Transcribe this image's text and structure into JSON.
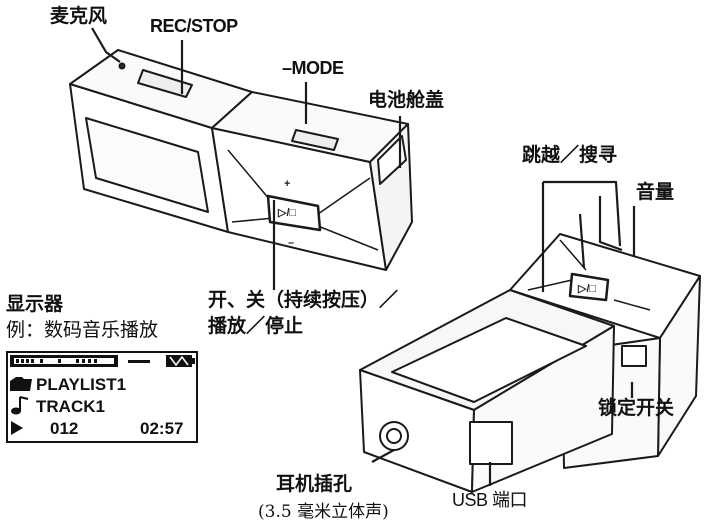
{
  "labels": {
    "microphone": "麦克风",
    "rec_stop": "REC/STOP",
    "mode": "–MODE",
    "battery_cover": "电池舱盖",
    "skip_search": "跳越／搜寻",
    "volume": "音量",
    "display_title": "显示器",
    "display_example": "例：数码音乐播放",
    "power_line1": "开、关（持续按压）／",
    "power_line2": "播放／停止",
    "lock_switch": "锁定开关",
    "headphone_jack": "耳机插孔",
    "headphone_note": "(3.5 毫米立体声)",
    "usb_port": "USB 端口"
  },
  "display": {
    "playlist": "PLAYLIST1",
    "track": "TRACK1",
    "track_number": "012",
    "time": "02:57"
  },
  "device_markings": {
    "play_stop_symbol": "▷/□",
    "plus": "+",
    "minus": "–"
  },
  "colors": {
    "line": "#1a1a1a",
    "fill": "#ffffff",
    "face": "#f4f4f4"
  }
}
